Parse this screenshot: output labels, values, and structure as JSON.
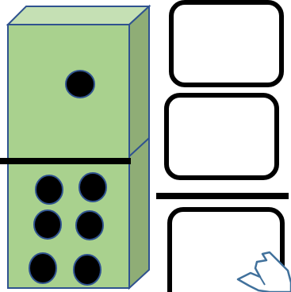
{
  "domino": {
    "top_pips": 1,
    "bottom_pips": 6,
    "colors": {
      "face": "#a9d18e",
      "top_face": "#c5e0b4",
      "side_face": "#8fad76",
      "outline": "#2f528f",
      "pip": "#000000",
      "divider": "#000000"
    }
  },
  "answer_boxes": {
    "count": 3,
    "border_color": "#000000",
    "fill_color": "#ffffff"
  },
  "fraction_bar": {
    "color": "#000000"
  },
  "hand_pointer": {
    "icon": "pointing-hand-icon",
    "outline_color": "#41719c",
    "fill_color": "#ffffff"
  }
}
